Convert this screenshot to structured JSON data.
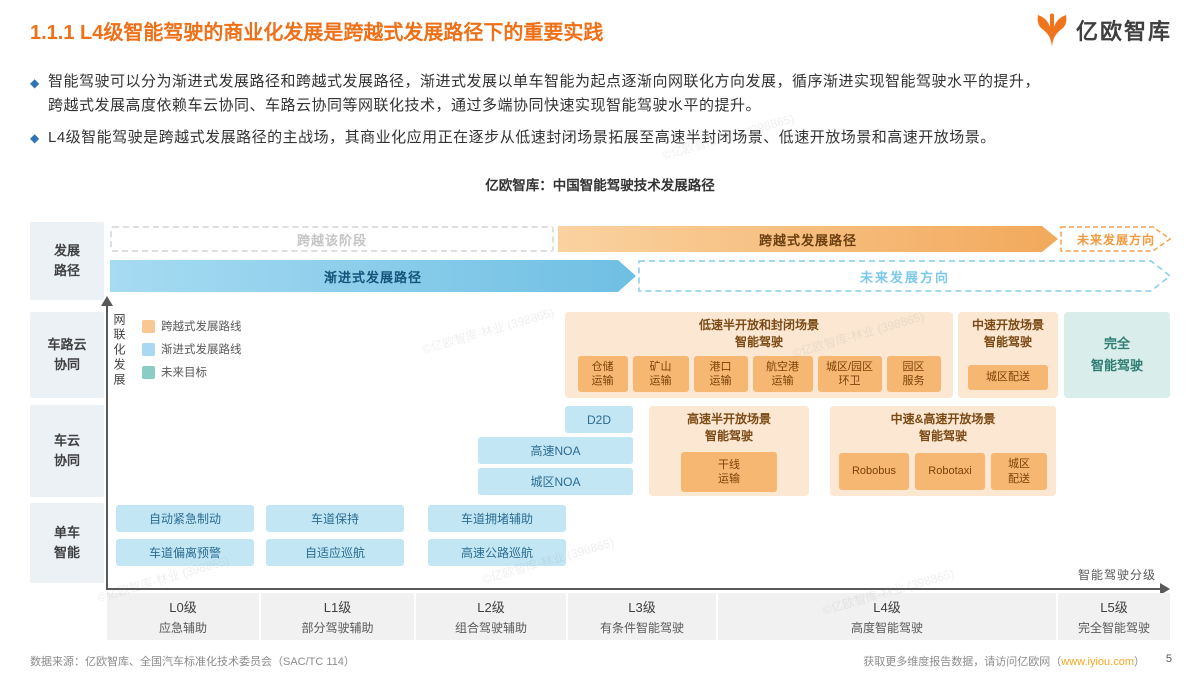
{
  "header": {
    "title": "1.1.1 L4级智能驾驶的商业化发展是跨越式发展路径下的重要实践",
    "logo_text": "亿欧智库"
  },
  "bullet_marker": "◆",
  "bullets": [
    "智能驾驶可以分为渐进式发展路径和跨越式发展路径，渐进式发展以单车智能为起点逐渐向网联化方向发展，循序渐进实现智能驾驶水平的提升，\n跨越式发展高度依赖车云协同、车路云协同等网联化技术，通过多端协同快速实现智能驾驶水平的提升。",
    "L4级智能驾驶是跨越式发展路径的主战场，其商业化应用正在逐步从低速封闭场景拓展至高速半封闭场景、低速开放场景和高速开放场景。"
  ],
  "chart": {
    "title": "亿欧智库：中国智能驾驶技术发展路径",
    "row_labels": [
      "发展\n路径",
      "车路云\n协同",
      "车云\n协同",
      "单车\n智能"
    ],
    "y_axis": "网联化发展",
    "x_axis": "智能驾驶分级",
    "legend": [
      {
        "label": "跨越式发展路线",
        "color": "#F8C893"
      },
      {
        "label": "渐进式发展路线",
        "color": "#A9D9F0"
      },
      {
        "label": "未来目标",
        "color": "#8BCDC4"
      }
    ],
    "arrows": {
      "skip": "跨越该阶段",
      "leap": "跨越式发展路径",
      "leap_future": "未来发展方向",
      "gradual": "渐进式发展路径",
      "gradual_future": "未来发展方向"
    },
    "groups": {
      "low_speed": {
        "title": "低速半开放和封闭场景\n智能驾驶",
        "items": [
          "仓储\n运输",
          "矿山\n运输",
          "港口\n运输",
          "航空港\n运输",
          "城区/园区\n环卫",
          "园区\n服务"
        ]
      },
      "mid_open": {
        "title": "中速开放场景\n智能驾驶",
        "items": [
          "城区配送"
        ]
      },
      "full_auto": "完全\n智能驾驶",
      "vehicle_cloud": [
        "D2D",
        "高速NOA",
        "城区NOA"
      ],
      "highway_semi": {
        "title": "高速半开放场景\n智能驾驶",
        "items": [
          "干线\n运输"
        ]
      },
      "mid_high_open": {
        "title": "中速&高速开放场景\n智能驾驶",
        "items": [
          "Robobus",
          "Robotaxi",
          "城区\n配送"
        ]
      },
      "adas": [
        "自动紧急制动",
        "车道保持",
        "车道拥堵辅助",
        "车道偏离预警",
        "自适应巡航",
        "高速公路巡航"
      ]
    },
    "levels": [
      {
        "name": "L0级",
        "desc": "应急辅助"
      },
      {
        "name": "L1级",
        "desc": "部分驾驶辅助"
      },
      {
        "name": "L2级",
        "desc": "组合驾驶辅助"
      },
      {
        "name": "L3级",
        "desc": "有条件智能驾驶"
      },
      {
        "name": "L4级",
        "desc": "高度智能驾驶"
      },
      {
        "name": "L5级",
        "desc": "完全智能驾驶"
      }
    ]
  },
  "footer": {
    "source": "数据来源：亿欧智库、全国汽车标准化技术委员会（SAC/TC 114）",
    "more_prefix": "获取更多维度报告数据，请访问亿欧网（",
    "link": "www.iyiou.com",
    "more_suffix": "）",
    "page": "5"
  },
  "watermark": "©亿欧智库-林业 (398865)",
  "colors": {
    "accent_orange": "#EE7018",
    "leap_fill": "#F2A95C",
    "gradual_fill": "#6FBFE3",
    "group_bg": "#FBE7D2",
    "item_orange": "#F5B772",
    "blue_box": "#C3E6F5",
    "teal_box": "#D9EDEA"
  }
}
